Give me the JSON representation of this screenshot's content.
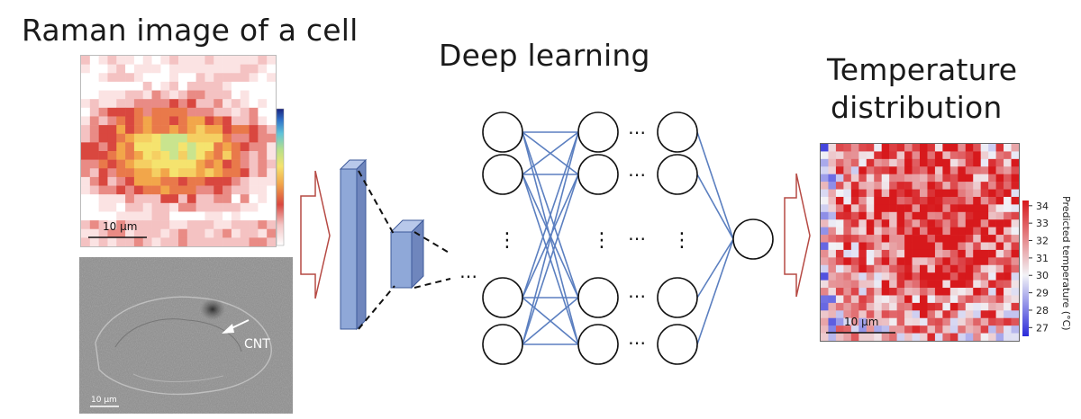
{
  "titles": {
    "raman": "Raman image of a cell",
    "deep_learning": "Deep learning",
    "temperature_line1": "Temperature",
    "temperature_line2": "distribution"
  },
  "raman_panel": {
    "scale_bar": "10 μm"
  },
  "micrograph": {
    "scale_bar": "10 μm",
    "arrow_label": "CNT"
  },
  "network": {
    "dots": "⋯",
    "vdots": "⋮"
  },
  "temperature_map": {
    "scale_bar": "10 μm",
    "colorbar_label": "Predicted temperature (°C)",
    "colorbar_ticks": [
      "34",
      "33",
      "32",
      "31",
      "30",
      "29",
      "28",
      "27"
    ],
    "colorbar_range": [
      26.5,
      34.3
    ]
  },
  "colors": {
    "layer_fill": "#8fa8d8",
    "layer_edge": "#3e5a9a",
    "connection": "#5b7fc0",
    "arrow_outline": "#c0504d",
    "hot": "#d7191c",
    "cold": "#2b2bd9"
  }
}
